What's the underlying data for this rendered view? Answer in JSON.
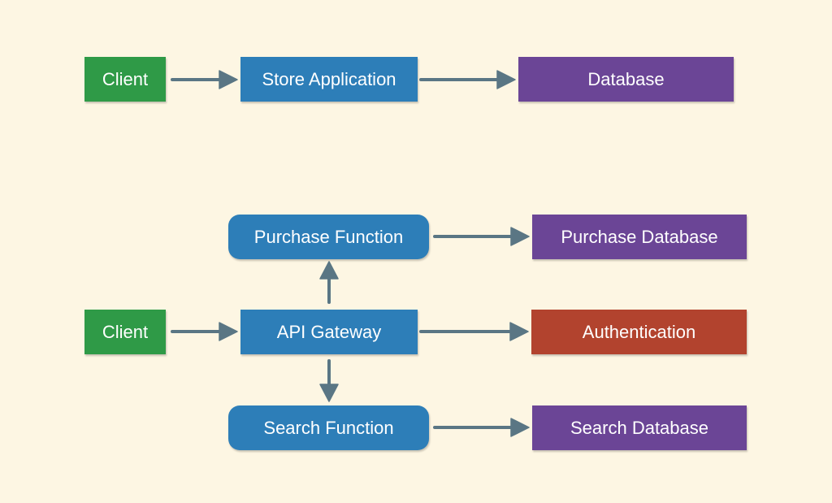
{
  "colors": {
    "background": "#fdf6e3",
    "client": "#2f9a47",
    "service": "#2d7eb8",
    "database": "#6b4596",
    "auth": "#b2432e",
    "arrow": "#5a7684"
  },
  "monolith": {
    "client": "Client",
    "app": "Store Application",
    "database": "Database"
  },
  "serverless": {
    "client": "Client",
    "gateway": "API Gateway",
    "purchase_function": "Purchase Function",
    "purchase_database": "Purchase Database",
    "authentication": "Authentication",
    "search_function": "Search Function",
    "search_database": "Search Database"
  },
  "edges": [
    {
      "from": "Client",
      "to": "Store Application"
    },
    {
      "from": "Store Application",
      "to": "Database"
    },
    {
      "from": "Client",
      "to": "API Gateway"
    },
    {
      "from": "API Gateway",
      "to": "Authentication"
    },
    {
      "from": "API Gateway",
      "to": "Purchase Function"
    },
    {
      "from": "API Gateway",
      "to": "Search Function"
    },
    {
      "from": "Purchase Function",
      "to": "Purchase Database"
    },
    {
      "from": "Search Function",
      "to": "Search Database"
    }
  ]
}
